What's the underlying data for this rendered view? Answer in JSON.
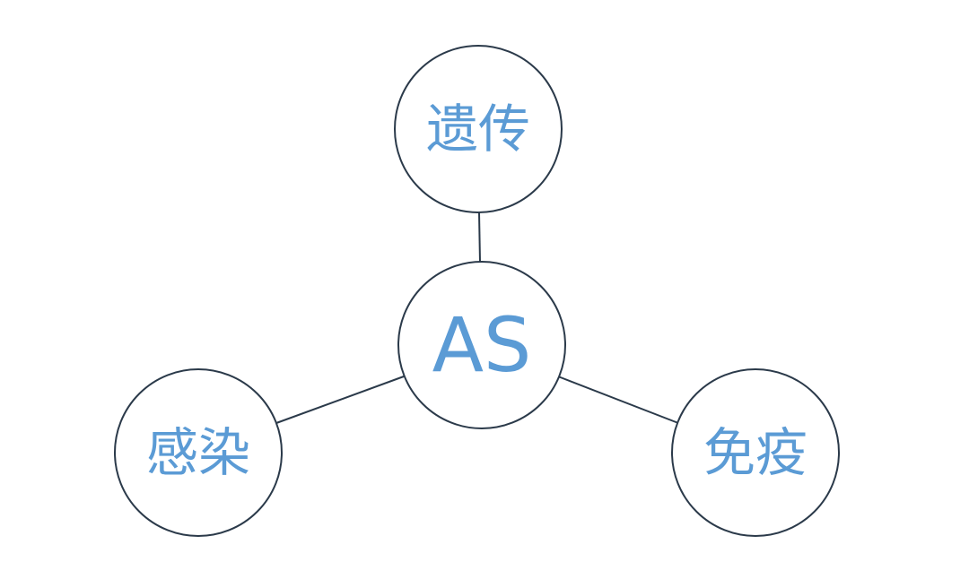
{
  "diagram": {
    "center": {
      "label": "AS"
    },
    "top": {
      "label": "遗传"
    },
    "left": {
      "label": "感染"
    },
    "right": {
      "label": "免疫"
    }
  },
  "colors": {
    "label": "#5b9bd5",
    "stroke": "#2b3a4a",
    "background": "#ffffff"
  }
}
